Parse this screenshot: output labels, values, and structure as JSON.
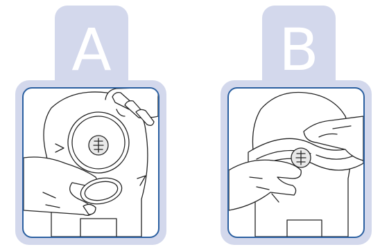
{
  "panels": [
    {
      "id": "A",
      "label": "A"
    },
    {
      "id": "B",
      "label": "B"
    }
  ],
  "colors": {
    "tab_fill": "#d3d8ec",
    "frame_border": "#2a5fa0",
    "line_ink": "#222222"
  },
  "icons": {
    "panel_a": "ostomy-pouch-hand-ring-illustration",
    "panel_b": "ostomy-pouch-hands-stretch-illustration"
  }
}
